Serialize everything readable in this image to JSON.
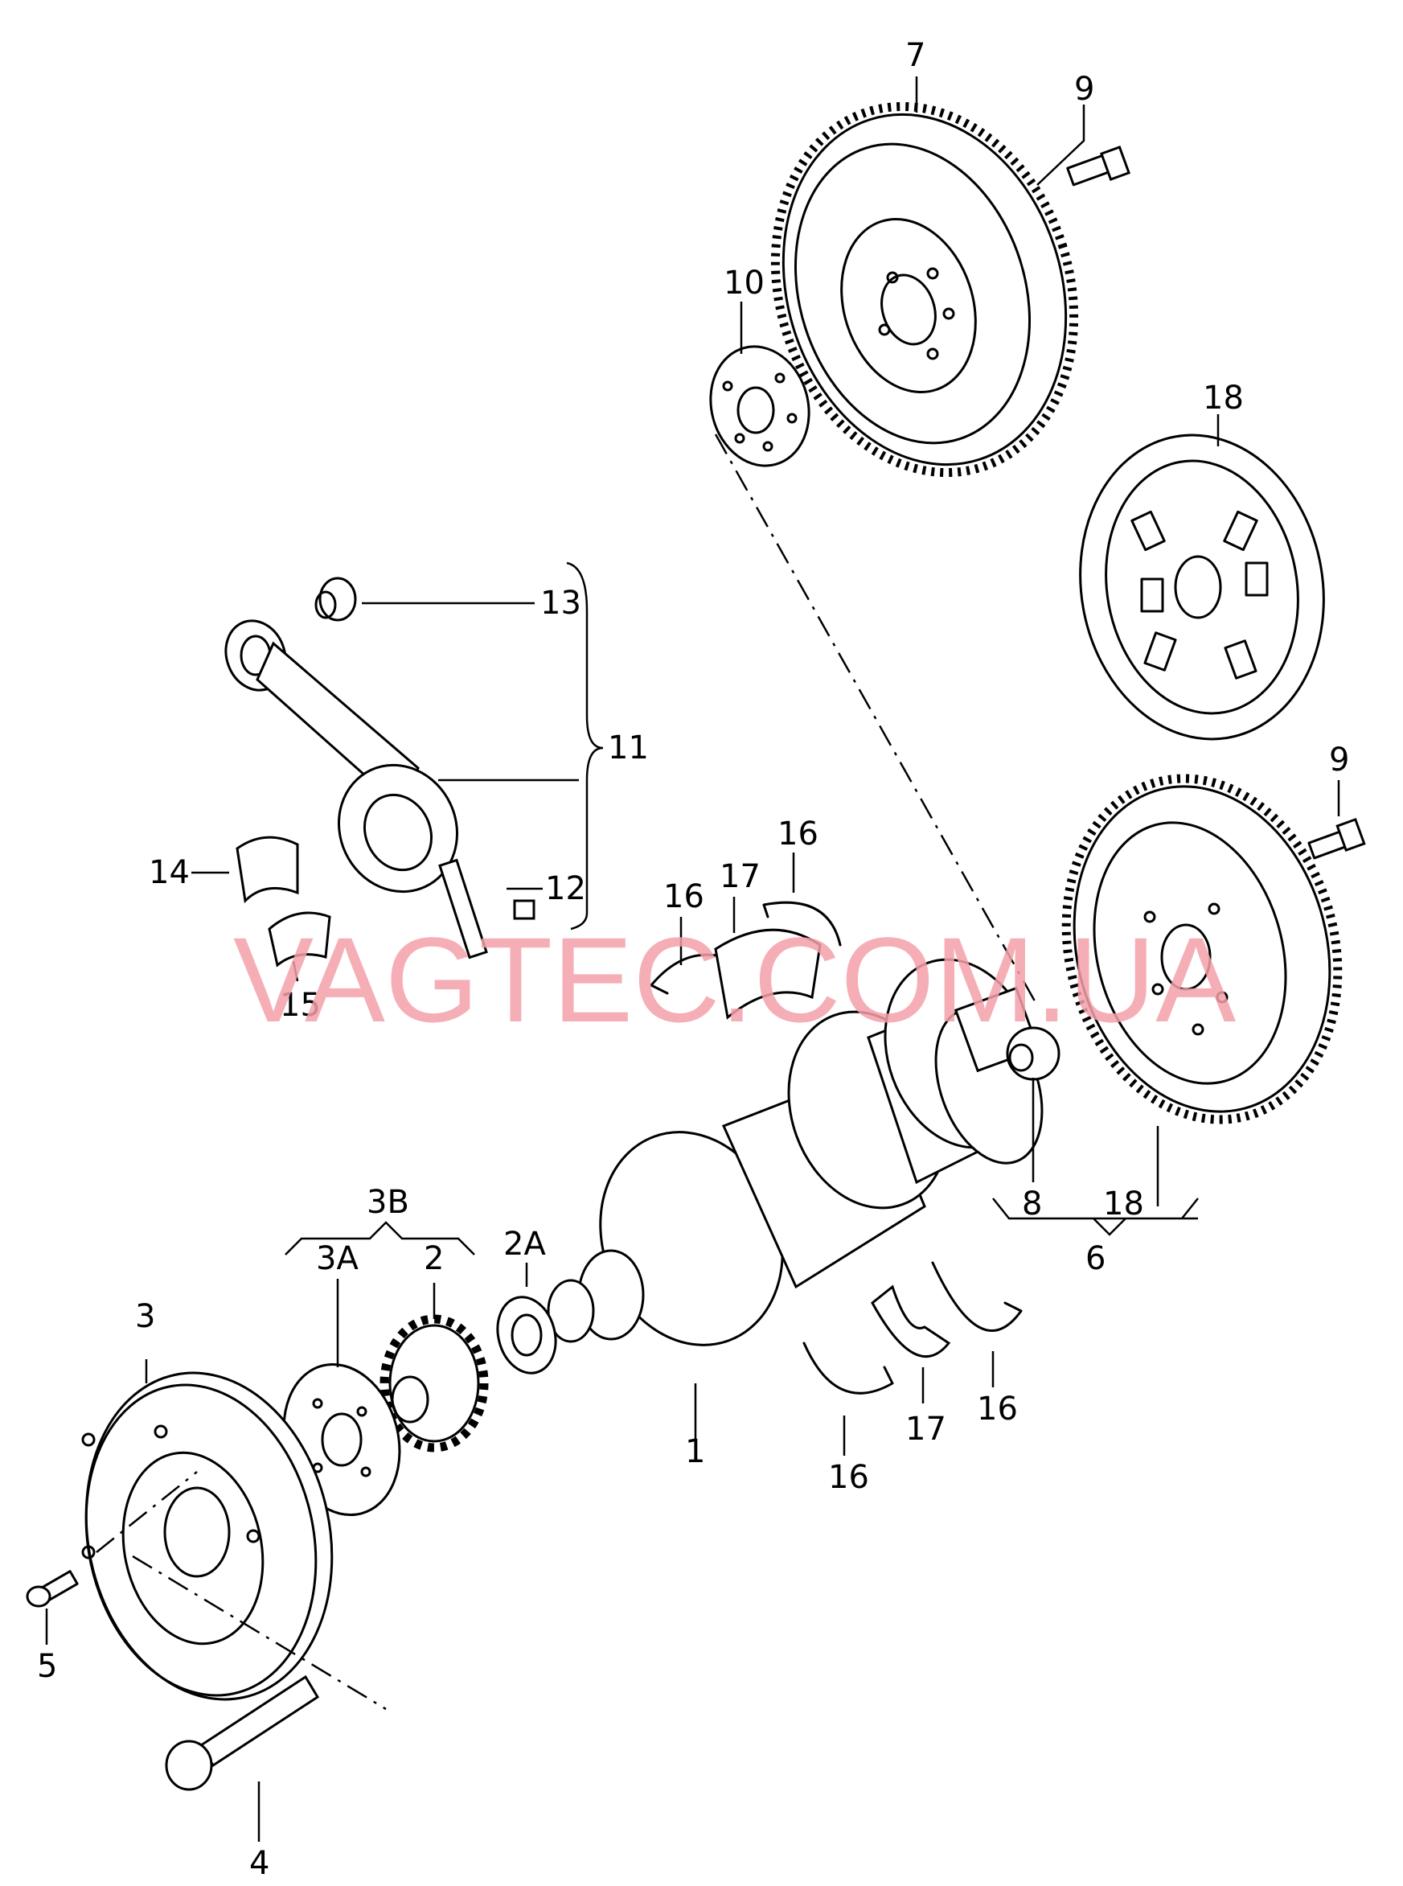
{
  "watermark": "VAGTEC.COM.UA",
  "callouts": {
    "c1": "1",
    "c2": "2",
    "c2a": "2A",
    "c3": "3",
    "c3a": "3A",
    "c3b": "3B",
    "c4": "4",
    "c5": "5",
    "c6": "6",
    "c7": "7",
    "c8": "8",
    "c9a": "9",
    "c9b": "9",
    "c10": "10",
    "c11": "11",
    "c12": "12",
    "c13": "13",
    "c14": "14",
    "c15": "15",
    "c16a": "16",
    "c16b": "16",
    "c16c": "16",
    "c16d": "16",
    "c17a": "17",
    "c17b": "17",
    "c18a": "18",
    "c18b": "18"
  }
}
